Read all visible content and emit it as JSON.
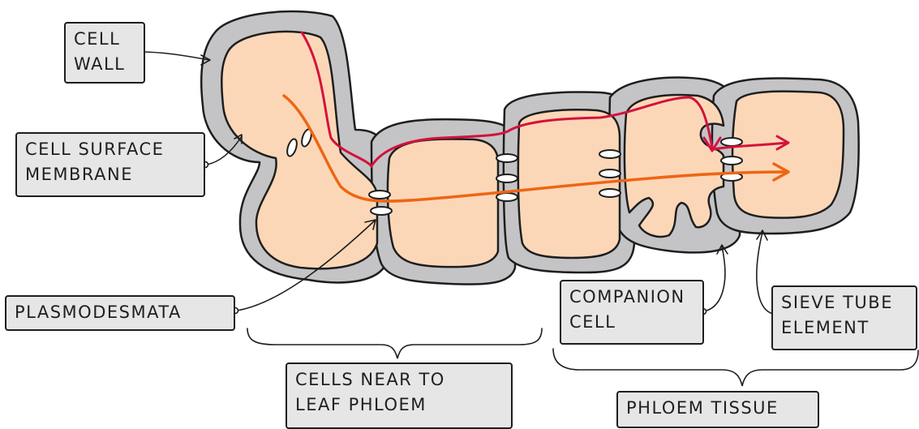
{
  "labels": {
    "cell_wall": [
      "CELL",
      "WALL"
    ],
    "cell_surface_membrane": [
      "CELL SURFACE",
      "MEMBRANE"
    ],
    "plasmodesmata": [
      "PLASMODESMATA"
    ],
    "companion_cell": [
      "COMPANION",
      "CELL"
    ],
    "sieve_tube_element": [
      "SIEVE TUBE",
      "ELEMENT"
    ],
    "cells_near_leaf_phloem": [
      "CELLS NEAR TO",
      "LEAF PHLOEM"
    ],
    "phloem_tissue": [
      "PHLOEM TISSUE"
    ]
  },
  "colors": {
    "cell_wall": "#c4c4c6",
    "cytoplasm": "#fcd7b7",
    "outline": "#1e1e1e",
    "apoplast_path": "#d4123c",
    "symplast_path": "#ef6514",
    "label_background": "#e6e6e6"
  }
}
